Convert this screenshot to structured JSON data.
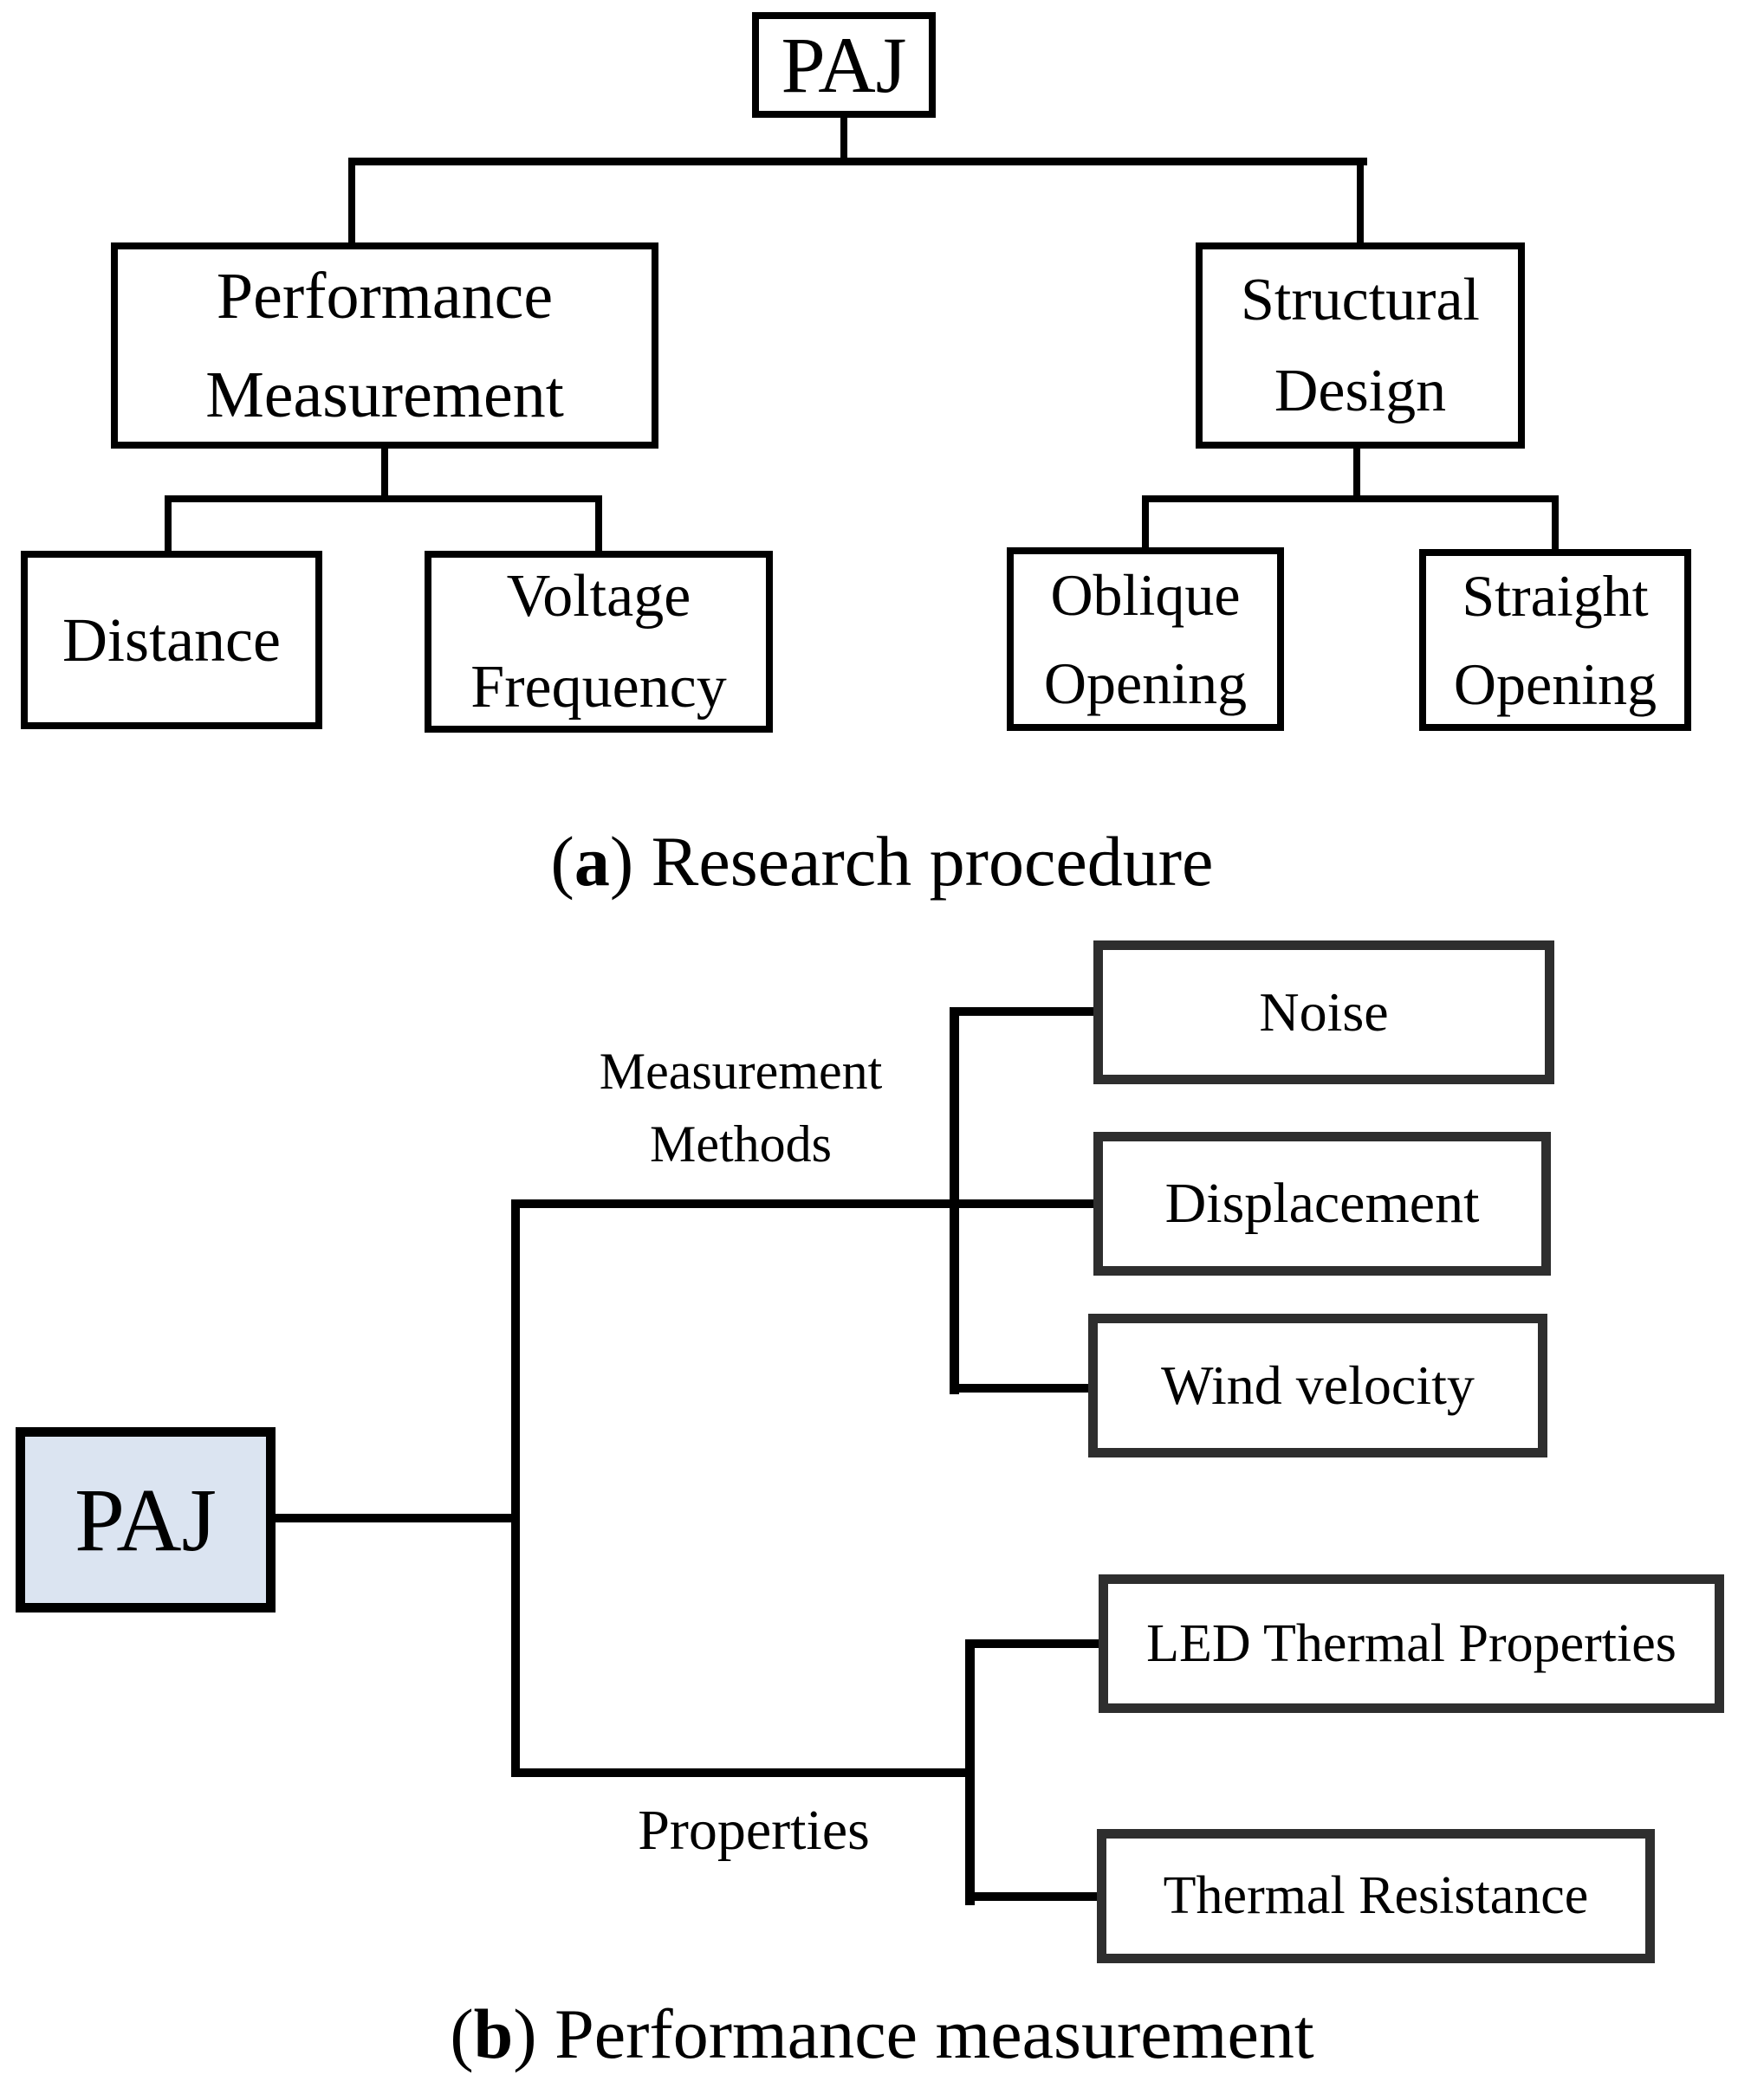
{
  "figure_type": "flowchart-diagram",
  "colors": {
    "background": "#ffffff",
    "line": "#000000",
    "box_border_a": "#000000",
    "box_border_b": "#2e2e2e",
    "paj_b_fill": "#dbe4f1",
    "text": "#000000"
  },
  "figure_a": {
    "root": "PAJ",
    "performance_measurement": {
      "line1": "Performance",
      "line2": "Measurement"
    },
    "structural_design": {
      "line1": "Structural",
      "line2": "Design"
    },
    "distance": "Distance",
    "voltage_frequency": {
      "line1": "Voltage",
      "line2": "Frequency"
    },
    "oblique_opening": {
      "line1": "Oblique",
      "line2": "Opening"
    },
    "straight_opening": {
      "line1": "Straight",
      "line2": "Opening"
    },
    "caption": {
      "paren_open": "(",
      "letter": "a",
      "paren_close": ") ",
      "text": "Research procedure"
    }
  },
  "figure_b": {
    "root": "PAJ",
    "branch_labels": {
      "measurement_methods": {
        "line1": "Measurement",
        "line2": "Methods"
      },
      "properties": "Properties"
    },
    "measurement_methods_items": [
      "Noise",
      "Displacement",
      "Wind velocity"
    ],
    "properties_items": [
      "LED Thermal Properties",
      "Thermal Resistance"
    ],
    "caption": {
      "paren_open": "(",
      "letter": "b",
      "paren_close": ") ",
      "text": "Performance measurement"
    }
  }
}
